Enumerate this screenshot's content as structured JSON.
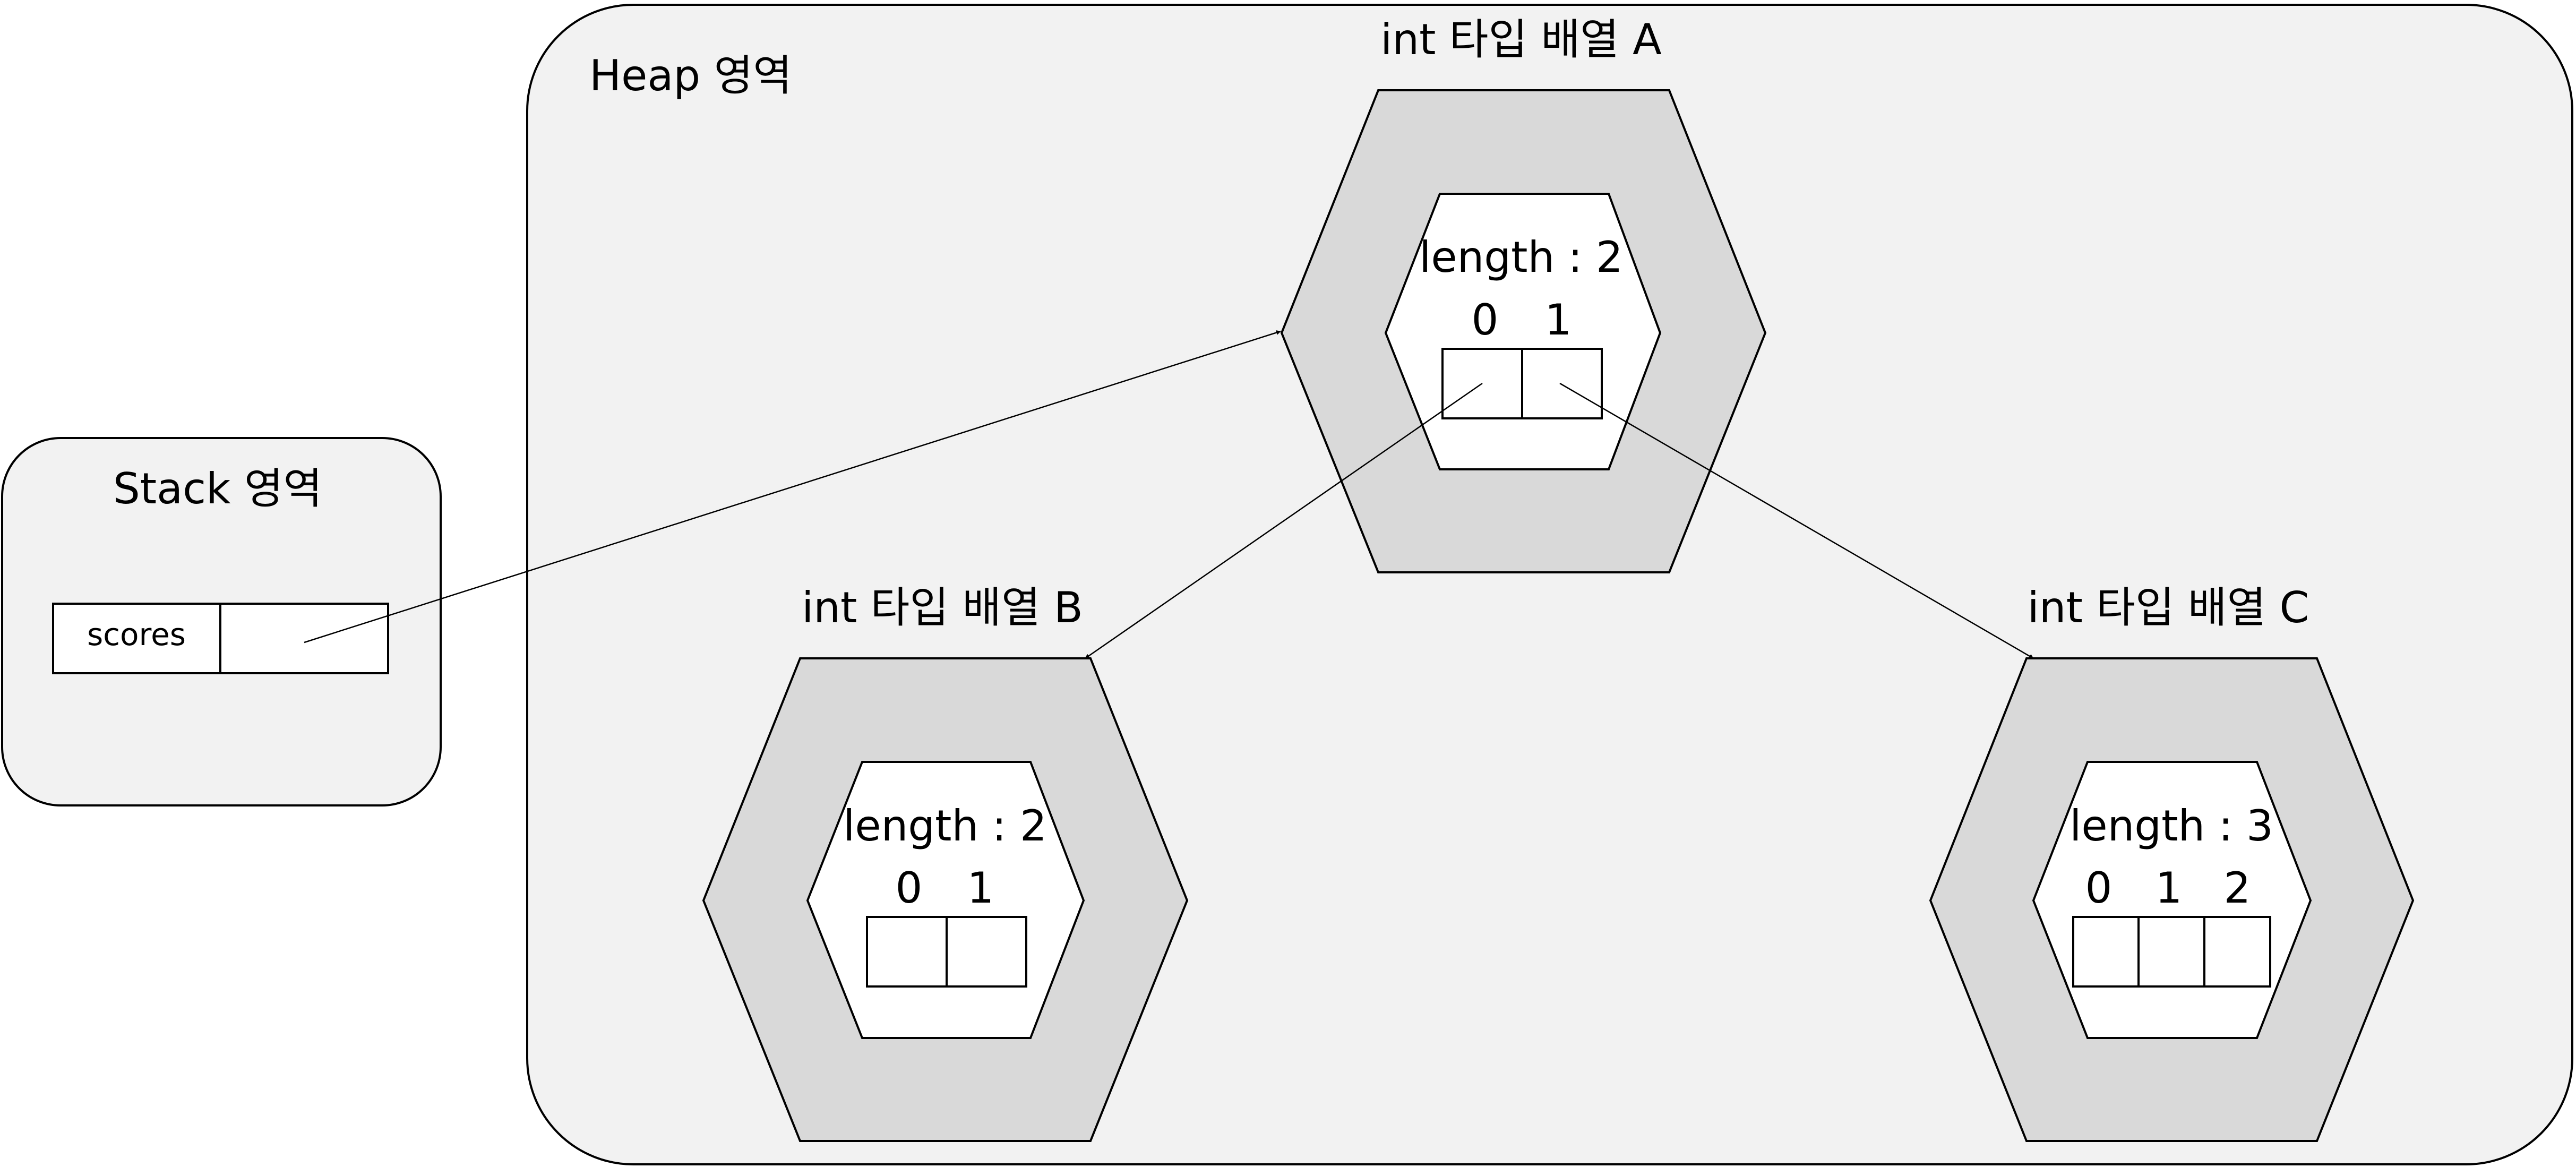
{
  "heap": {
    "title": "Heap 영역"
  },
  "stack": {
    "title": "Stack 영역",
    "variable": {
      "name": "scores",
      "value": ""
    }
  },
  "arrays": [
    {
      "id": "A",
      "title": "int 타입 배열 A",
      "length_label": "length : 2",
      "indices": [
        "0",
        "1"
      ]
    },
    {
      "id": "B",
      "title": "int 타입 배열 B",
      "length_label": "length : 2",
      "indices": [
        "0",
        "1"
      ]
    },
    {
      "id": "C",
      "title": "int 타입 배열 C",
      "length_label": "length : 3",
      "indices": [
        "0",
        "1",
        "2"
      ]
    }
  ],
  "references": [
    {
      "from": "scores",
      "to": "A"
    },
    {
      "from": "A[0]",
      "to": "B"
    },
    {
      "from": "A[1]",
      "to": "C"
    }
  ],
  "colors": {
    "region_fill": "#f2f2f2",
    "hexagon_fill": "#d9d9d9",
    "inner_fill": "#ffffff",
    "stroke": "#000000"
  }
}
